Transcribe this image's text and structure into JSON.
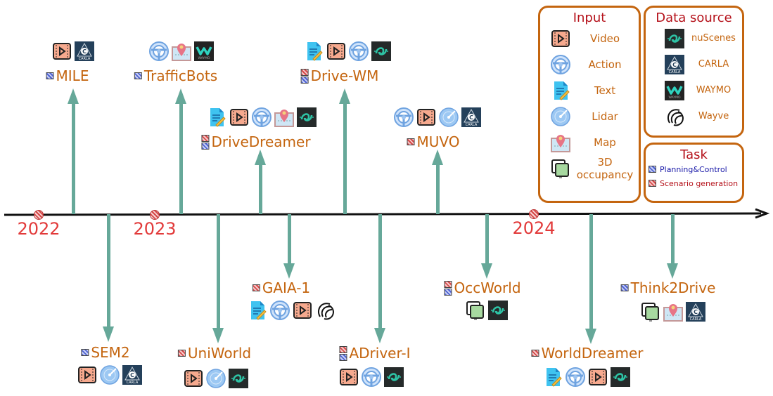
{
  "years": [
    "2022",
    "2023",
    "2024"
  ],
  "colors": {
    "label": "#c4650f",
    "year": "#e23a3a",
    "arrow": "#66a899",
    "legend_border": "#c4650f",
    "legend_title": "#b5121b",
    "planning": "#1a1aa8",
    "scenario": "#b5121b"
  },
  "models": [
    {
      "name": "MILE",
      "side": "top",
      "tasks": [
        "planning"
      ],
      "icons": [
        "video",
        "carla"
      ]
    },
    {
      "name": "TrafficBots",
      "side": "top",
      "tasks": [
        "planning"
      ],
      "icons": [
        "action",
        "map",
        "waymo"
      ]
    },
    {
      "name": "DriveDreamer",
      "side": "top",
      "tasks": [
        "scenario",
        "planning"
      ],
      "icons": [
        "text",
        "video",
        "action",
        "map",
        "nuscenes"
      ]
    },
    {
      "name": "Drive-WM",
      "side": "top",
      "tasks": [
        "scenario",
        "planning"
      ],
      "icons": [
        "text",
        "video",
        "action",
        "nuscenes"
      ]
    },
    {
      "name": "MUVO",
      "side": "top",
      "tasks": [
        "scenario"
      ],
      "icons": [
        "action",
        "video",
        "lidar",
        "carla"
      ]
    },
    {
      "name": "SEM2",
      "side": "bottom",
      "tasks": [
        "planning"
      ],
      "icons": [
        "video",
        "lidar",
        "carla"
      ]
    },
    {
      "name": "UniWorld",
      "side": "bottom",
      "tasks": [
        "scenario"
      ],
      "icons": [
        "video",
        "lidar",
        "nuscenes"
      ]
    },
    {
      "name": "GAIA-1",
      "side": "bottom",
      "tasks": [
        "scenario"
      ],
      "icons": [
        "text",
        "action",
        "video",
        "wayve"
      ]
    },
    {
      "name": "ADriver-I",
      "side": "bottom",
      "tasks": [
        "scenario",
        "planning"
      ],
      "icons": [
        "video",
        "action",
        "nuscenes"
      ]
    },
    {
      "name": "OccWorld",
      "side": "bottom",
      "tasks": [
        "scenario",
        "planning"
      ],
      "icons": [
        "occupancy",
        "nuscenes"
      ]
    },
    {
      "name": "WorldDreamer",
      "side": "bottom",
      "tasks": [
        "scenario"
      ],
      "icons": [
        "text",
        "action",
        "video",
        "nuscenes"
      ]
    },
    {
      "name": "Think2Drive",
      "side": "bottom",
      "tasks": [
        "planning"
      ],
      "icons": [
        "occupancy",
        "map",
        "carla"
      ]
    }
  ],
  "legend": {
    "input": {
      "title": "Input",
      "items": [
        {
          "icon": "video",
          "label": "Video"
        },
        {
          "icon": "action",
          "label": "Action"
        },
        {
          "icon": "text",
          "label": "Text"
        },
        {
          "icon": "lidar",
          "label": "Lidar"
        },
        {
          "icon": "map",
          "label": "Map"
        },
        {
          "icon": "occupancy",
          "label": "3D occupancy"
        }
      ]
    },
    "source": {
      "title": "Data source",
      "items": [
        {
          "icon": "nuscenes",
          "label": "nuScenes"
        },
        {
          "icon": "carla",
          "label": "CARLA"
        },
        {
          "icon": "waymo",
          "label": "WAYMO"
        },
        {
          "icon": "wayve",
          "label": "Wayve"
        }
      ]
    },
    "task": {
      "title": "Task",
      "items": [
        {
          "key": "planning",
          "label": "Planning&Control"
        },
        {
          "key": "scenario",
          "label": "Scenario generation"
        }
      ]
    }
  }
}
